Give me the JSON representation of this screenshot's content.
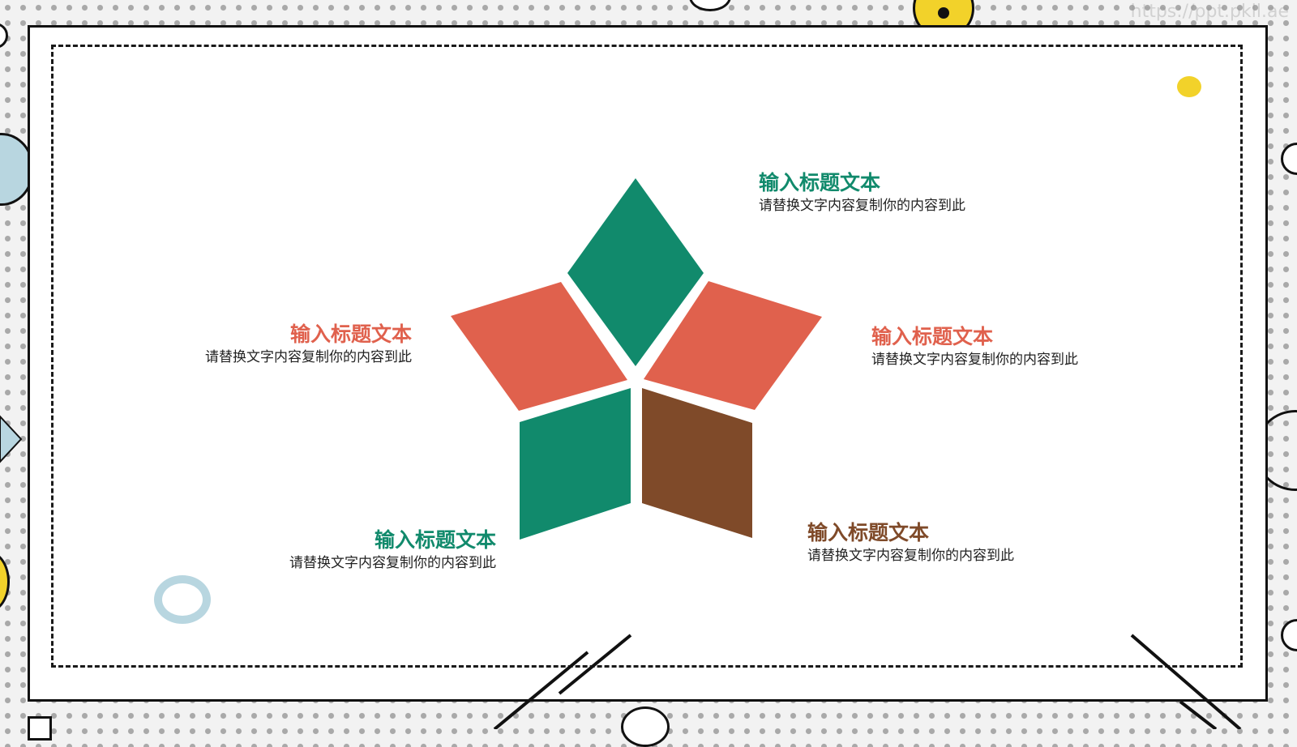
{
  "watermark": "https://ppt.pkll.ae",
  "colors": {
    "teal": "#118a6c",
    "coral": "#e0614d",
    "brown": "#7f4a29",
    "yellow": "#f2d22a",
    "light_blue": "#b8d6e0"
  },
  "items": [
    {
      "title": "输入标题文本",
      "text": "请替换文字内容复制你的内容到此",
      "color": "#118a6c"
    },
    {
      "title": "输入标题文本",
      "text": "请替换文字内容复制你的内容到此",
      "color": "#e0614d"
    },
    {
      "title": "输入标题文本",
      "text": "请替换文字内容复制你的内容到此",
      "color": "#e0614d"
    },
    {
      "title": "输入标题文本",
      "text": "请替换文字内容复制你的内容到此",
      "color": "#118a6c"
    },
    {
      "title": "输入标题文本",
      "text": "请替换文字内容复制你的内容到此",
      "color": "#7f4a29"
    }
  ]
}
